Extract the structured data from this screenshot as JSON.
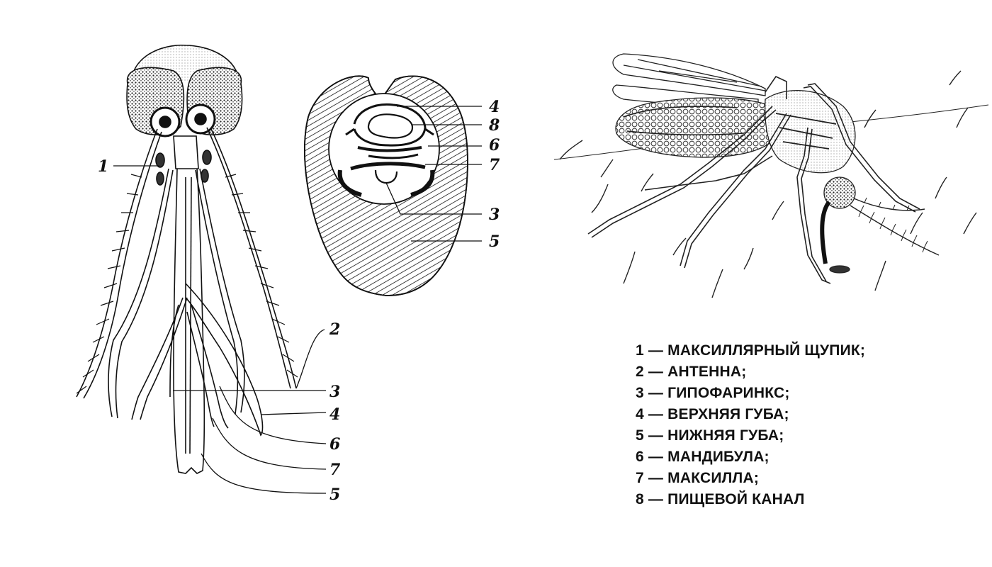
{
  "head_diagram": {
    "labels": {
      "l1": "1",
      "l2": "2",
      "l3": "3",
      "l4": "4",
      "l5": "5",
      "l6": "6",
      "l7": "7"
    }
  },
  "cross_section": {
    "labels": {
      "l4": "4",
      "l8": "8",
      "l6": "6",
      "l7": "7",
      "l3": "3",
      "l5": "5"
    }
  },
  "legend": {
    "items": [
      "1 — МАКСИЛЛЯРНЫЙ ЩУПИК;",
      "2 — АНТЕННА;",
      "3 — ГИПОФАРИНКС;",
      "4 — ВЕРХНЯЯ ГУБА;",
      "5 — НИЖНЯЯ ГУБА;",
      "6 — МАНДИБУЛА;",
      "7 — МАКСИЛЛА;",
      "8 — ПИЩЕВОЙ КАНАЛ"
    ]
  }
}
